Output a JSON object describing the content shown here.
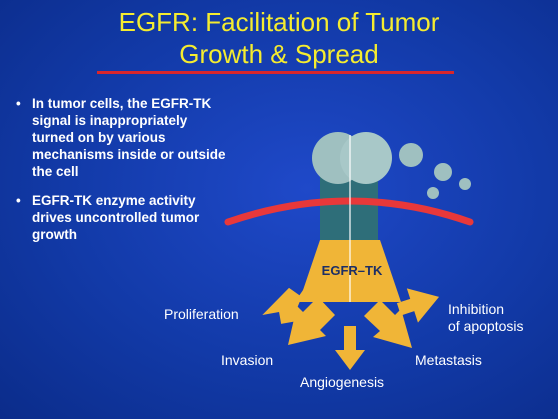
{
  "slide": {
    "title_line1": "EGFR: Facilitation of Tumor",
    "title_line2": "Growth & Spread",
    "bullets": [
      {
        "marker": "•",
        "text": "In tumor cells, the EGFR-TK signal is inappropriately turned on by various mechanisms inside or outside the cell"
      },
      {
        "marker": "•",
        "text": "EGFR-TK enzyme activity drives uncontrolled tumor growth"
      }
    ]
  },
  "diagram": {
    "receptor_label": "EGFR–TK",
    "outcomes": {
      "proliferation": "Proliferation",
      "inhibition_line1": "Inhibition",
      "inhibition_line2": "of apoptosis",
      "invasion": "Invasion",
      "angiogenesis": "Angiogenesis",
      "metastasis": "Metastasis"
    },
    "colors": {
      "background": "#123aa8",
      "title": "#f5ec2f",
      "membrane": "#e8383a",
      "kinase": "#f0b537",
      "receptor": "#2e6e79",
      "ligand": "#9fc0c0",
      "arrows": "#f0b537"
    }
  }
}
